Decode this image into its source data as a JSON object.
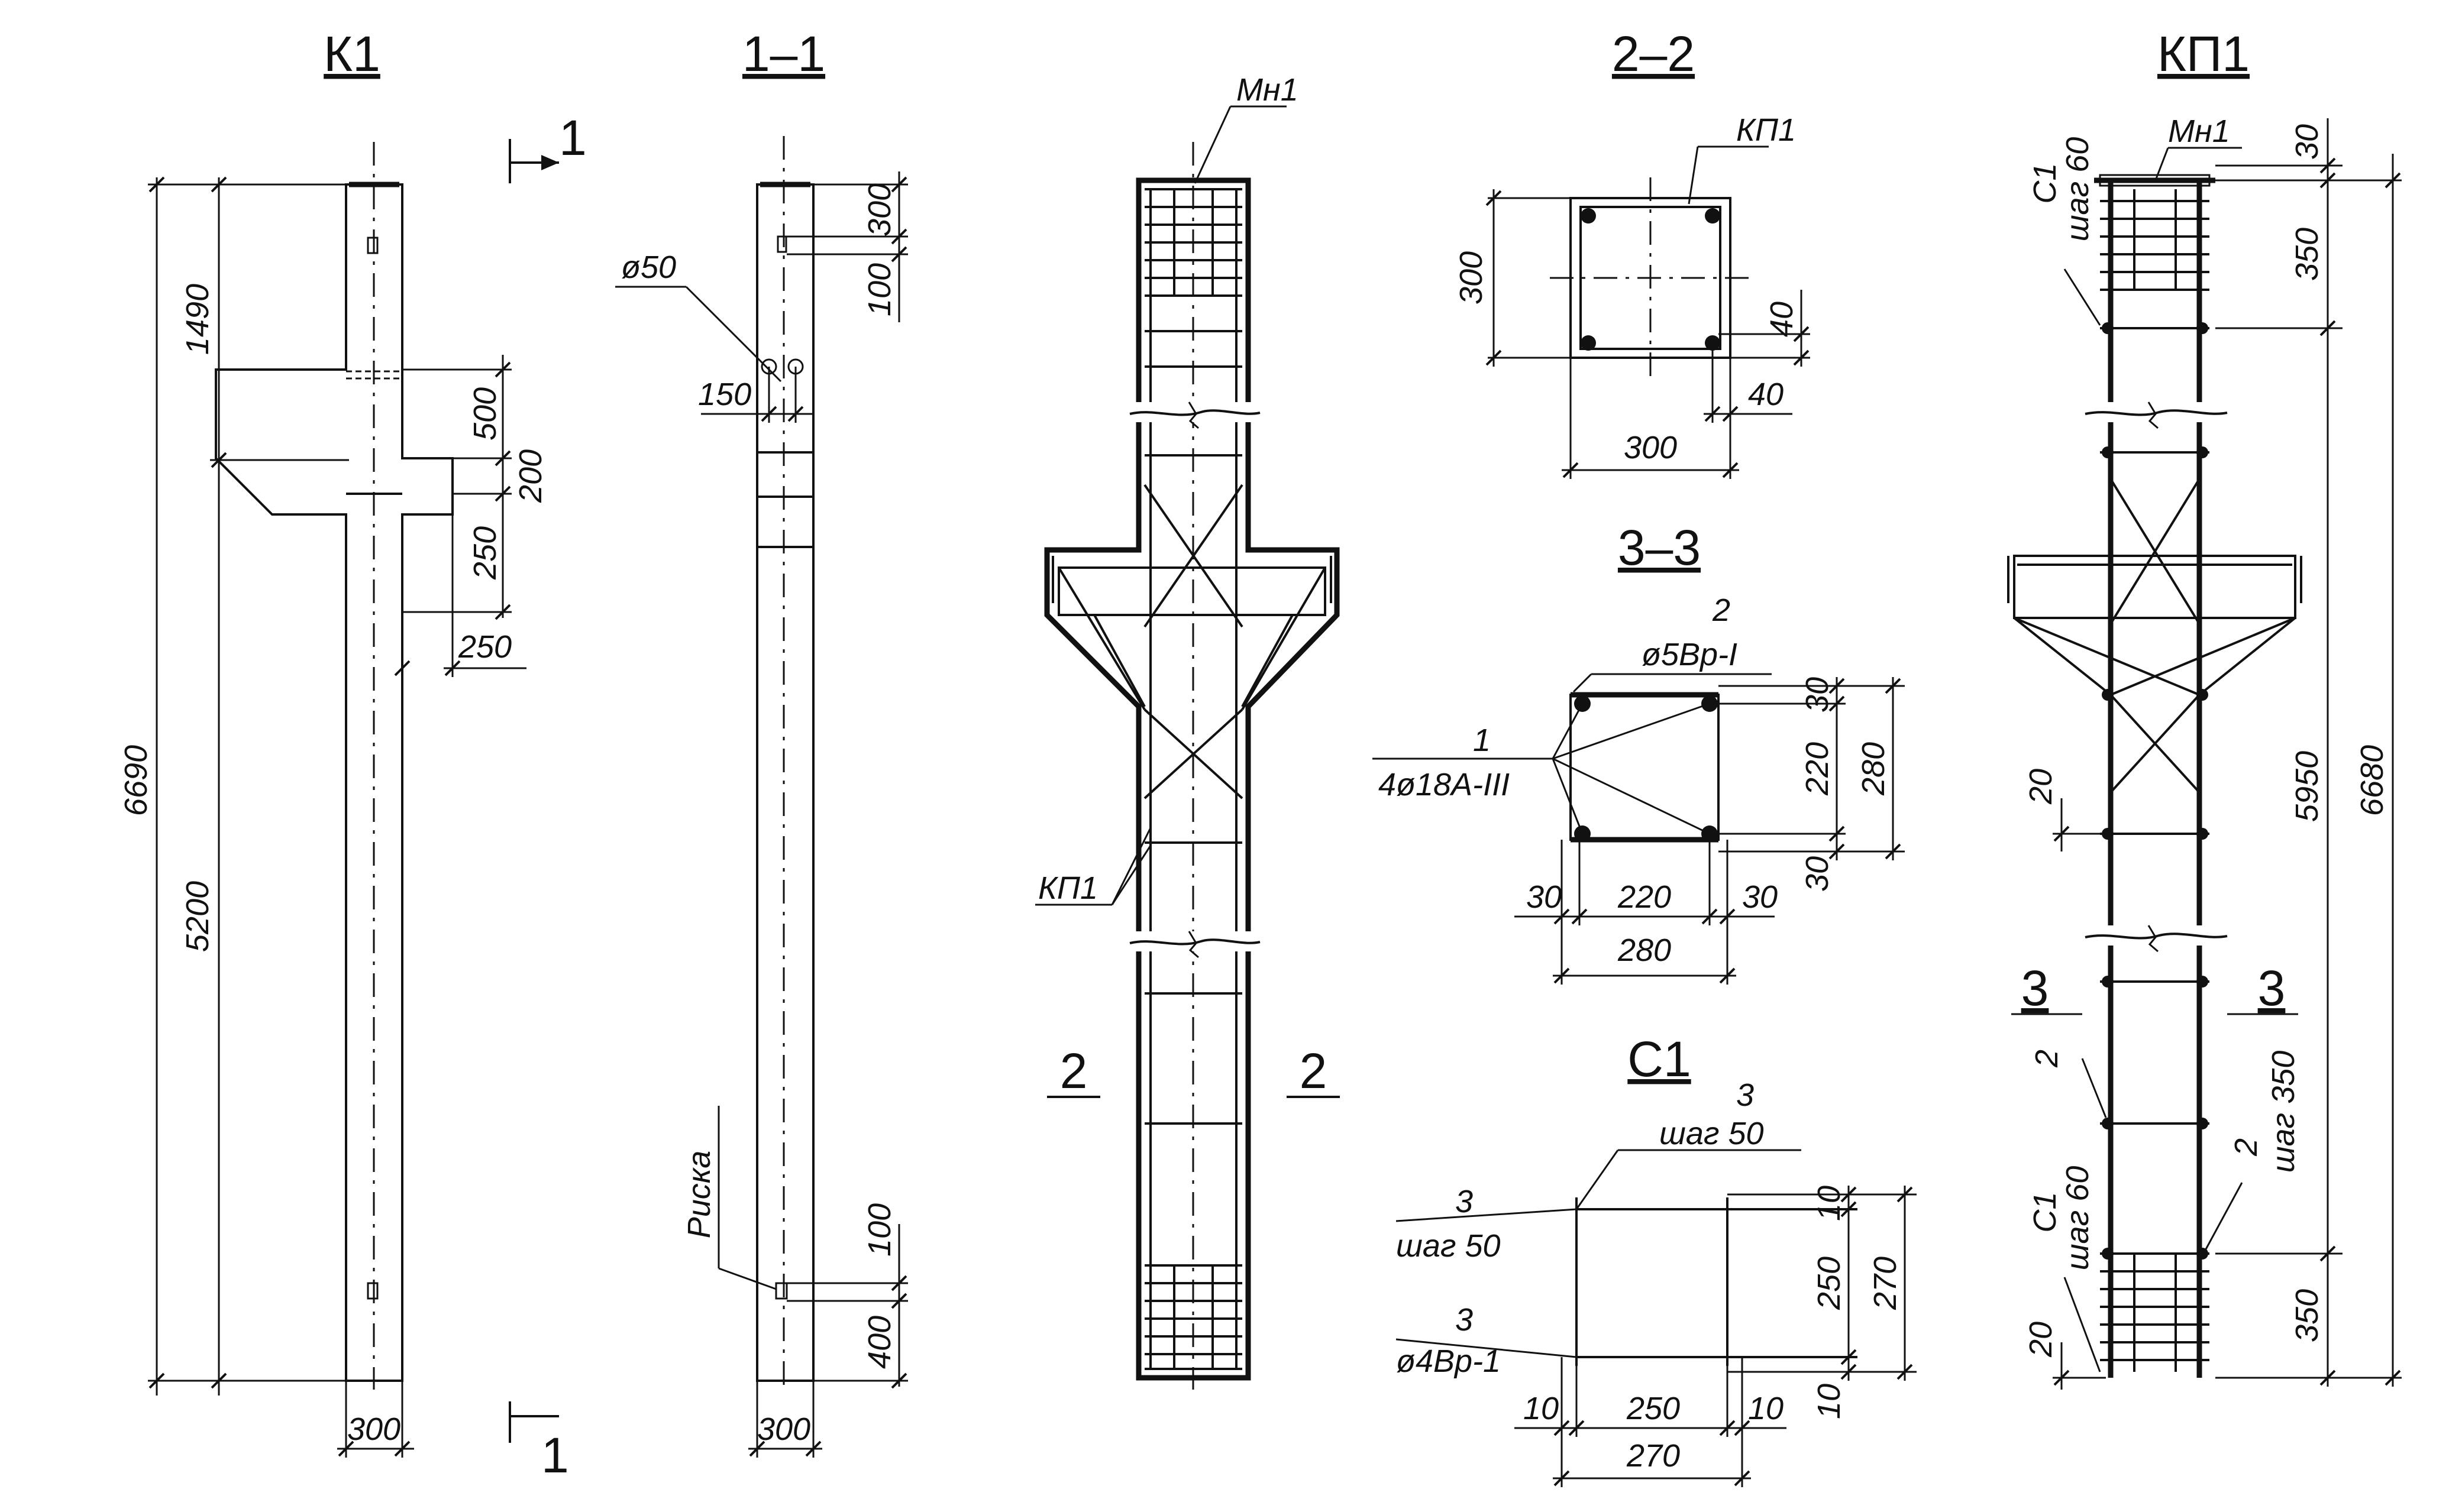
{
  "titles": {
    "k1": "К1",
    "s11": "1–1",
    "s22": "2–2",
    "s33": "3–3",
    "c1": "С1",
    "kp1": "КП1"
  },
  "k1": {
    "cut_top": "1",
    "cut_bottom": "1",
    "dims": {
      "total": "6690",
      "upper": "1490",
      "lower": "5200",
      "d500": "500",
      "d200": "200",
      "d250v": "250",
      "d250h": "250",
      "width": "300"
    }
  },
  "s11": {
    "hole": "ø50",
    "d300": "300",
    "d100a": "100",
    "d150": "150",
    "risk": "Риска",
    "d100b": "100",
    "d400": "400",
    "width": "300"
  },
  "mid": {
    "mn1": "Мн1",
    "kp1": "КП1",
    "cut_l": "2",
    "cut_r": "2"
  },
  "s22": {
    "label": "КП1",
    "d300v": "300",
    "d40a": "40",
    "d40b": "40",
    "d300h": "300"
  },
  "s33": {
    "pos2": "2",
    "bar2": "ø5Вр-I",
    "pos1": "1",
    "bar1": "4ø18A-III",
    "d30a": "30",
    "d220v": "220",
    "d280v": "280",
    "d30b": "30",
    "d30l": "30",
    "d220h": "220",
    "d30r": "30",
    "d280h": "280"
  },
  "c1": {
    "pos3a": "3",
    "step50a": "шаг 50",
    "pos3b": "3",
    "step50b": "шаг 50",
    "pos3c": "3",
    "bar3": "ø4Вр-1",
    "d10a": "10",
    "d250v": "250",
    "d270v": "270",
    "d10b": "10",
    "d10l": "10",
    "d250h": "250",
    "d10r": "10",
    "d270h": "270"
  },
  "kp1": {
    "mn1": "Мн1",
    "c1a": "С1",
    "step60a": "шаг 60",
    "d30": "30",
    "d350a": "350",
    "d5950": "5950",
    "d6680": "6680",
    "d20a": "20",
    "cut3l": "3",
    "cut3r": "3",
    "pos2l": "2",
    "pos2r": "2",
    "step350": "шаг 350",
    "c1b": "С1",
    "step60b": "шаг 60",
    "d20b": "20",
    "d350b": "350"
  }
}
